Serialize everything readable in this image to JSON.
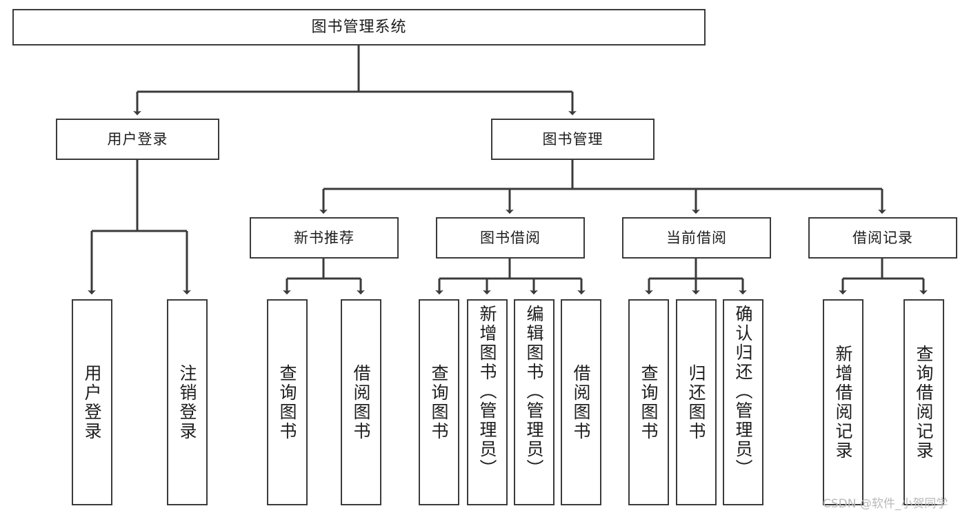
{
  "diagram": {
    "title": "图书管理系统",
    "type": "hierarchy-tree",
    "root": {
      "label": "图书管理系统"
    },
    "level2": [
      {
        "label": "用户登录"
      },
      {
        "label": "图书管理"
      }
    ],
    "level3": [
      {
        "label": "新书推荐"
      },
      {
        "label": "图书借阅"
      },
      {
        "label": "当前借阅"
      },
      {
        "label": "借阅记录"
      }
    ],
    "leaves": {
      "user_login": [
        {
          "label": "用户登录"
        },
        {
          "label": "注销登录"
        }
      ],
      "new_book_recommend": [
        {
          "label": "查询图书"
        },
        {
          "label": "借阅图书"
        }
      ],
      "book_borrow": [
        {
          "label": "查询图书"
        },
        {
          "label": "新增图书（管理员）"
        },
        {
          "label": "编辑图书（管理员）"
        },
        {
          "label": "借阅图书"
        }
      ],
      "current_borrow": [
        {
          "label": "查询图书"
        },
        {
          "label": "归还图书"
        },
        {
          "label": "确认归还（管理员）"
        }
      ],
      "borrow_record": [
        {
          "label": "新增借阅记录"
        },
        {
          "label": "查询借阅记录"
        }
      ]
    }
  },
  "watermark": {
    "text": "CSDN @软件_小贺同学"
  },
  "colors": {
    "stroke": "#3a3a3a",
    "background": "#ffffff",
    "text": "#1d1d1d",
    "watermark": "#b9b9b9"
  }
}
